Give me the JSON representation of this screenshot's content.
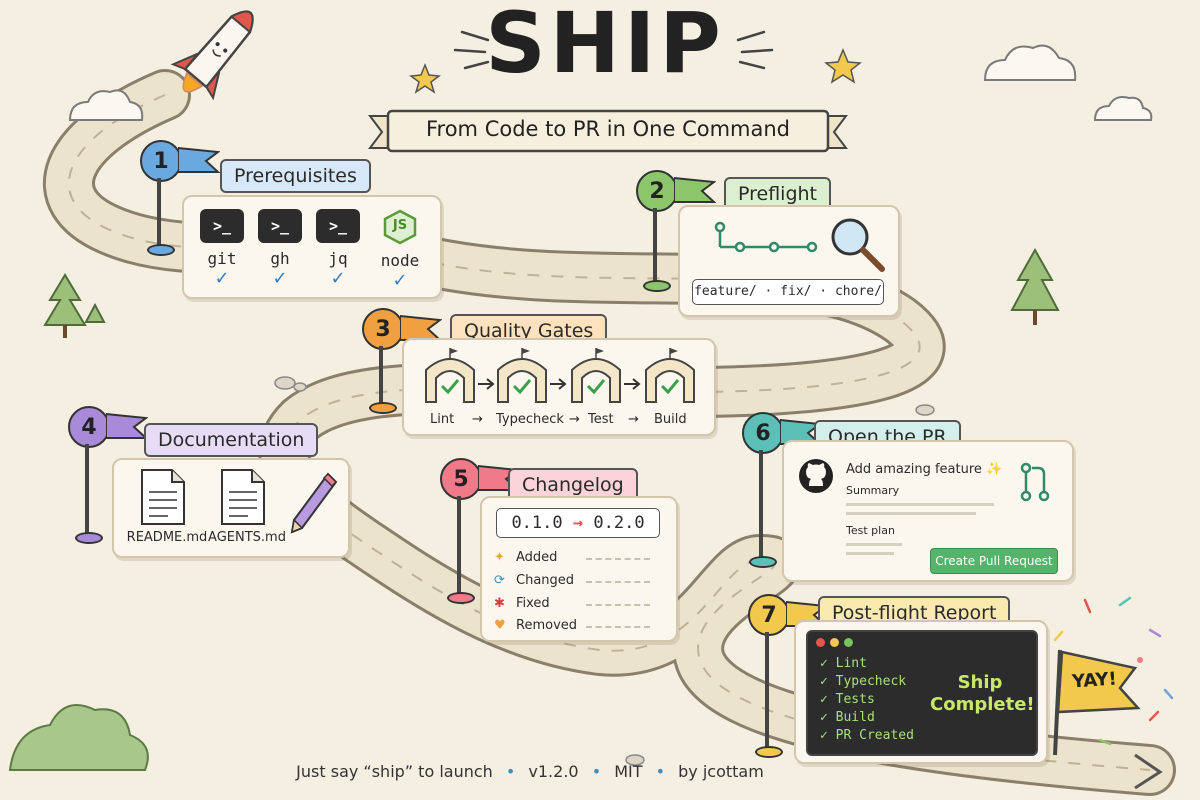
{
  "title": "SHIP",
  "subtitle": "From Code to PR in One Command",
  "steps": {
    "s1": {
      "num": "1",
      "label": "Prerequisites",
      "tools": [
        "git",
        "gh",
        "jq",
        "node"
      ],
      "term_glyph": ">_",
      "node_glyph": "JS"
    },
    "s2": {
      "num": "2",
      "label": "Preflight",
      "branches": "feature/ · fix/ · chore/"
    },
    "s3": {
      "num": "3",
      "label": "Quality Gates",
      "gates": [
        "Lint",
        "Typecheck",
        "Test",
        "Build"
      ]
    },
    "s4": {
      "num": "4",
      "label": "Documentation",
      "files": [
        "README.md",
        "AGENTS.md"
      ]
    },
    "s5": {
      "num": "5",
      "label": "Changelog",
      "from_version": "0.1.0",
      "to_version": "0.2.0",
      "entries": [
        "Added",
        "Changed",
        "Fixed",
        "Removed"
      ]
    },
    "s6": {
      "num": "6",
      "label": "Open the PR",
      "pr_title": "Add amazing feature ✨",
      "summary_label": "Summary",
      "test_plan_label": "Test plan",
      "create_button": "Create Pull Request"
    },
    "s7": {
      "num": "7",
      "label": "Post-flight Report",
      "checks": [
        "Lint",
        "Typecheck",
        "Tests",
        "Build",
        "PR Created"
      ],
      "complete_line1": "Ship",
      "complete_line2": "Complete!"
    }
  },
  "celebration": "YAY!",
  "footer": {
    "tagline": "Just say “ship” to launch",
    "version": "v1.2.0",
    "license": "MIT",
    "author": "by jcottam",
    "separator": "•"
  },
  "colors": {
    "s1": "#6aa8e0",
    "s2": "#8cc66a",
    "s3": "#f0a040",
    "s4": "#a98ad8",
    "s5": "#f07a8a",
    "s6": "#5cc0b8",
    "s7": "#f2c94c",
    "s1_label": "#d7e8f8",
    "s2_label": "#dcefcf",
    "s3_label": "#fde2bd",
    "s4_label": "#e6dcf6",
    "s5_label": "#fbd3d8",
    "s6_label": "#d2efeb",
    "s7_label": "#fbeab0",
    "road": "#ece3cd",
    "terminal": "#2c2c2c",
    "button": "#56b36a"
  }
}
